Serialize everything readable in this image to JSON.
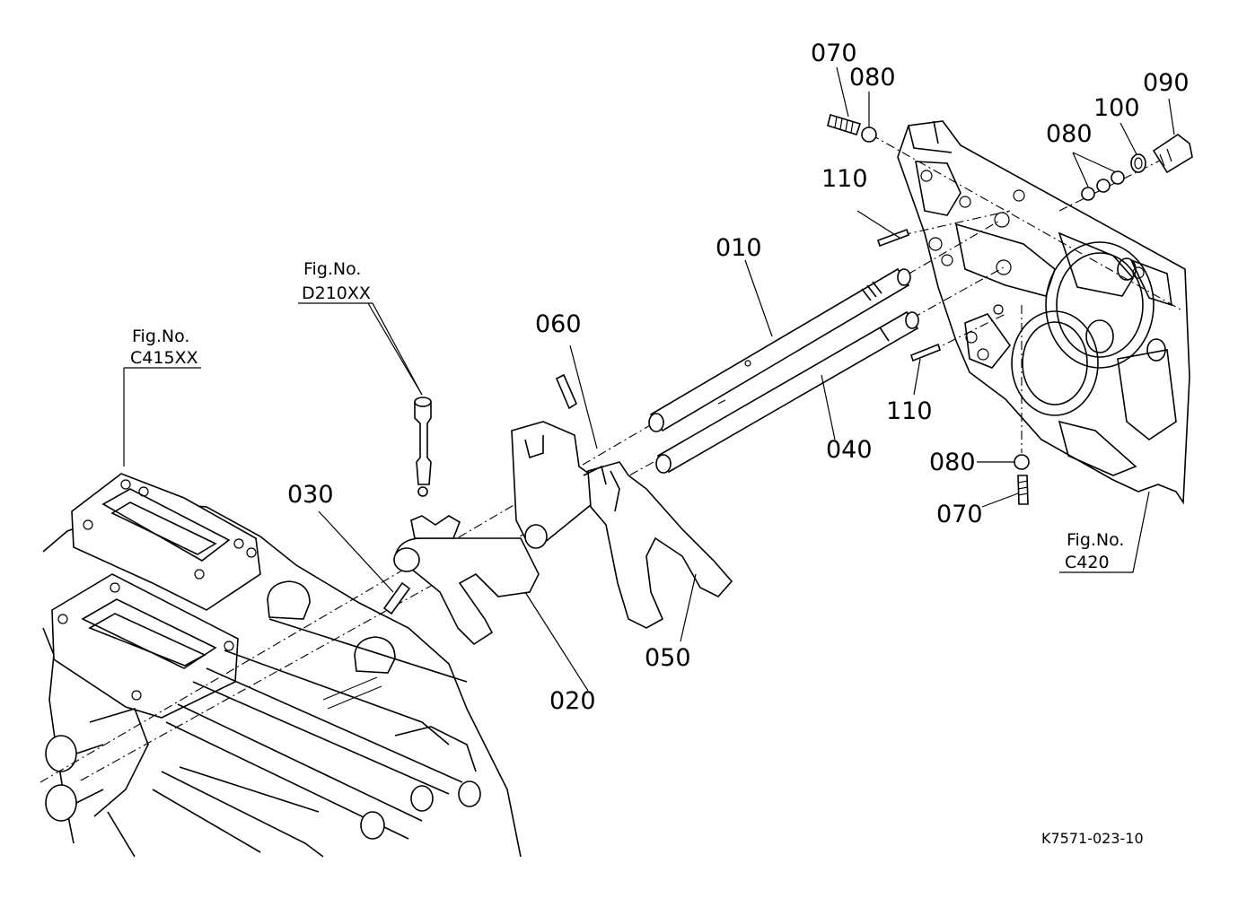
{
  "labels": {
    "p010": "010",
    "p020": "020",
    "p030": "030",
    "p040": "040",
    "p050": "050",
    "p060": "060",
    "p070_top": "070",
    "p070_bottom": "070",
    "p080_top": "080",
    "p080_mid": "080",
    "p080_bottom": "080",
    "p090": "090",
    "p100": "100",
    "p110_top": "110",
    "p110_bottom": "110"
  },
  "fig_refs": {
    "c415": {
      "line1": "Fig.No.",
      "line2": "C415XX"
    },
    "d210": {
      "line1": "Fig.No.",
      "line2": "D210XX"
    },
    "c420": {
      "line1": "Fig.No.",
      "line2": "C420"
    }
  },
  "drawing_code": "K7571-023-10"
}
